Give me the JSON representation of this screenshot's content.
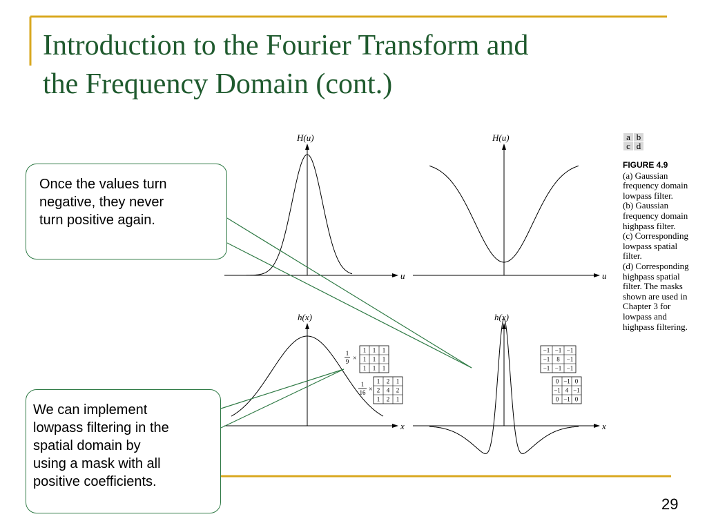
{
  "slide": {
    "title_line1": "Introduction to the Fourier Transform and",
    "title_line2": "the Frequency Domain (cont.)",
    "page_number": "29",
    "colors": {
      "title": "#1f5a2e",
      "accent_line": "#d9a820",
      "callout_border": "#2f7a45",
      "pointer": "#2f7a45"
    }
  },
  "callouts": {
    "top": [
      "Once the values turn",
      "negative, they never",
      "turn positive again."
    ],
    "bottom": [
      "We can implement",
      "lowpass filtering in the",
      "spatial domain by",
      "using a mask with all",
      "positive coefficients."
    ]
  },
  "figure": {
    "panel_grid": [
      "a",
      "b",
      "c",
      "d"
    ],
    "caption_title": "FIGURE 4.9",
    "caption_lines": [
      "(a) Gaussian",
      "frequency domain",
      "lowpass filter.",
      "(b) Gaussian",
      "frequency domain",
      "highpass filter.",
      "(c) Corresponding",
      "lowpass spatial",
      "filter.",
      "(d) Corresponding",
      "highpass spatial",
      "filter. The masks",
      "shown are used in",
      "Chapter 3 for",
      "lowpass and",
      "highpass filtering."
    ],
    "panel_a": {
      "ylabel": "H(u)",
      "xlabel": "u"
    },
    "panel_b": {
      "ylabel": "H(u)",
      "xlabel": "u"
    },
    "panel_c": {
      "ylabel": "h(x)",
      "xlabel": "x"
    },
    "panel_d": {
      "ylabel": "h(x)",
      "xlabel": "x"
    },
    "mask_box": {
      "factor_num": "1",
      "factor_den": "9",
      "cells": [
        "1",
        "1",
        "1",
        "1",
        "1",
        "1",
        "1",
        "1",
        "1"
      ]
    },
    "mask_weighted": {
      "factor_num": "1",
      "factor_den": "16",
      "cells": [
        "1",
        "2",
        "1",
        "2",
        "4",
        "2",
        "1",
        "2",
        "1"
      ]
    },
    "mask_highpass_8": {
      "cells": [
        "−1",
        "−1",
        "−1",
        "−1",
        "8",
        "−1",
        "−1",
        "−1",
        "−1"
      ]
    },
    "mask_highpass_4": {
      "cells": [
        "0",
        "−1",
        "0",
        "−1",
        "4",
        "−1",
        "0",
        "−1",
        "0"
      ]
    },
    "times_sign": "×"
  }
}
